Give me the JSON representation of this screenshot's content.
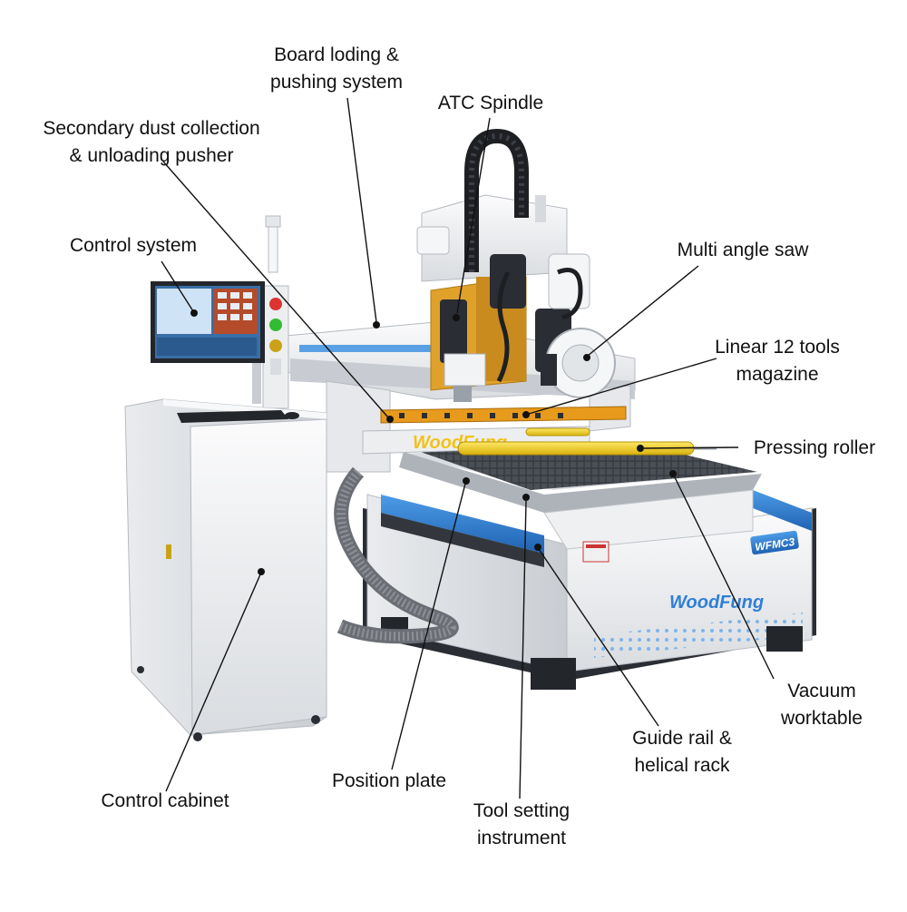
{
  "brand": {
    "name": "WoodFung",
    "model": "WFMC3",
    "colors": {
      "body": "#f2f3f5",
      "accent_blue": "#2f7fd6",
      "yellow": "#f2d21a",
      "orange": "#f0a020",
      "dark": "#2a2d33"
    }
  },
  "callouts": [
    {
      "id": "board-loading",
      "lines": [
        "Board loding &",
        "pushing system"
      ]
    },
    {
      "id": "atc-spindle",
      "lines": [
        "ATC Spindle"
      ]
    },
    {
      "id": "secondary-dust",
      "lines": [
        "Secondary dust collection",
        "& unloading pusher"
      ]
    },
    {
      "id": "control-system",
      "lines": [
        "Control system"
      ]
    },
    {
      "id": "multi-angle-saw",
      "lines": [
        "Multi angle saw"
      ]
    },
    {
      "id": "linear-magazine",
      "lines": [
        "Linear 12 tools",
        "magazine"
      ]
    },
    {
      "id": "pressing-roller",
      "lines": [
        "Pressing roller"
      ]
    },
    {
      "id": "vacuum-worktable",
      "lines": [
        "Vacuum",
        "worktable"
      ]
    },
    {
      "id": "guide-rail",
      "lines": [
        "Guide rail &",
        "helical rack"
      ]
    },
    {
      "id": "tool-setting",
      "lines": [
        "Tool setting",
        "instrument"
      ]
    },
    {
      "id": "position-plate",
      "lines": [
        "Position plate"
      ]
    },
    {
      "id": "control-cabinet",
      "lines": [
        "Control cabinet"
      ]
    }
  ]
}
